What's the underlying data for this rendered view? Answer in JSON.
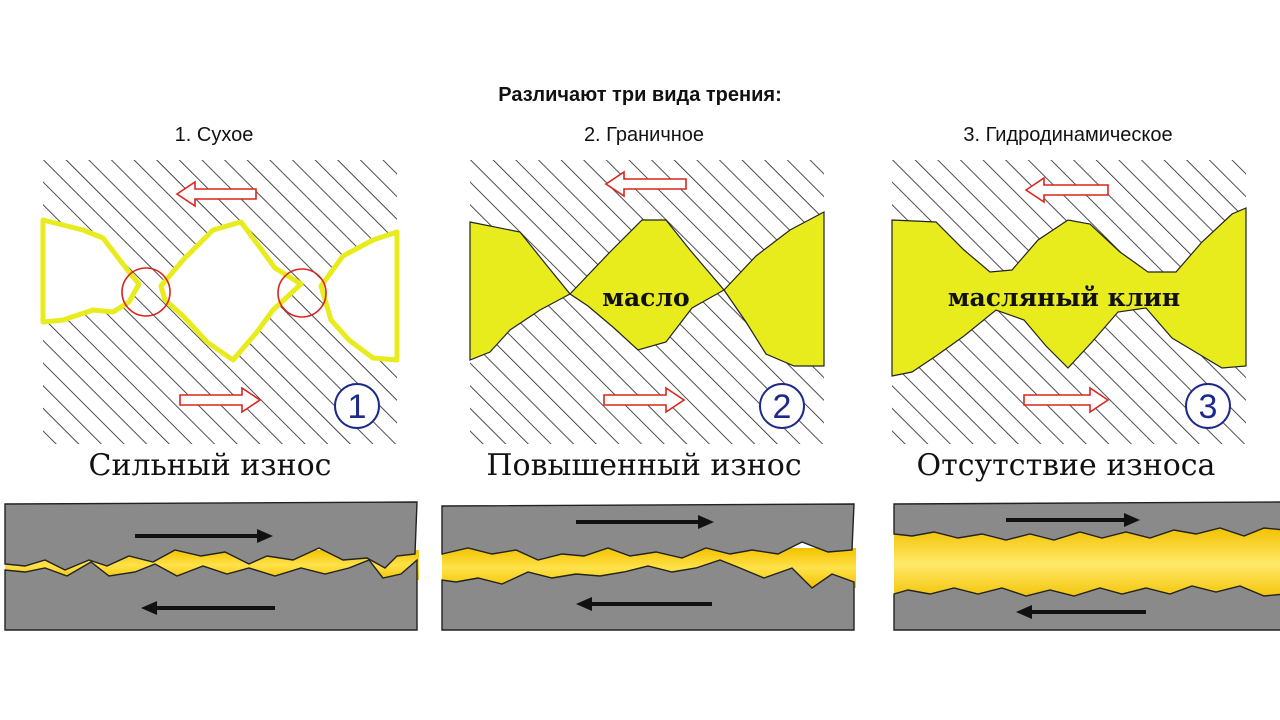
{
  "title": "Различают три вида трения:",
  "panels": [
    {
      "title": "1. Сухое",
      "number": "1",
      "wear": "Сильный износ",
      "oil_label": ""
    },
    {
      "title": "2. Граничное",
      "number": "2",
      "wear": "Повышенный износ",
      "oil_label": "масло"
    },
    {
      "title": "3. Гидродинамическое",
      "number": "3",
      "wear": "Отсутствие износа",
      "oil_label": "масляный клин"
    }
  ],
  "colors": {
    "hatch": "#222222",
    "lubricant": "#e8ec1c",
    "lubricant_bottom": "#f2c200",
    "metal": "#8a8a8a",
    "arrow_outline": "#d9261c",
    "circle": "#d9261c",
    "number": "#1e2a8a"
  },
  "icons": [
    "left-arrow-icon",
    "right-arrow-icon",
    "contact-circle-icon"
  ]
}
